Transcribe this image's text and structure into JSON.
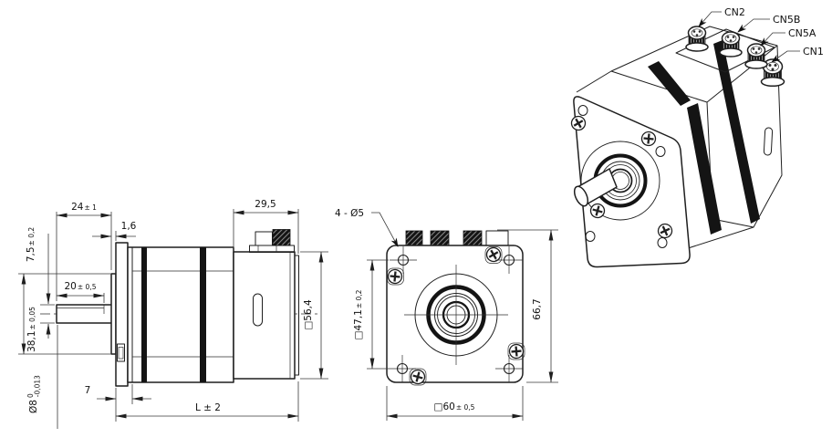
{
  "drawing": {
    "side_view": {
      "shaft_extension": {
        "v": "24",
        "t": "± 1"
      },
      "pilot_protrusion": {
        "v": "1,6",
        "t": ""
      },
      "flat_position": {
        "v": "7,5",
        "t": "± 0,2"
      },
      "flat_length": {
        "v": "20",
        "t": "± 0,5"
      },
      "pilot_diameter": {
        "v": "38,1",
        "t": "± 0,05"
      },
      "shaft_diameter": {
        "v": "Ø8",
        "tol_top": "0",
        "tol_bottom": "-0,013"
      },
      "front_boss_depth": {
        "v": "7",
        "t": ""
      },
      "motor_length": {
        "v": "L ± 2",
        "t": ""
      },
      "rear_section_length": {
        "v": "29,5",
        "t": ""
      },
      "rear_section_size": {
        "v": "□56,4",
        "t": ""
      }
    },
    "front_view": {
      "mounting_holes": {
        "v": "4 - Ø5",
        "t": ""
      },
      "hole_pitch": {
        "v": "□47,1",
        "t": "± 0,2"
      },
      "overall_height": {
        "v": "66,7",
        "t": ""
      },
      "flange_size": {
        "v": "□60",
        "t": "± 0,5"
      }
    },
    "iso_view": {
      "connectors": [
        "CN2",
        "CN5B",
        "CN5A",
        "CN1"
      ]
    },
    "colors": {
      "line": "#1f1f1f",
      "dim_line": "#3a3a3a",
      "text": "#111111",
      "band": "#141414",
      "background": "#ffffff"
    }
  }
}
